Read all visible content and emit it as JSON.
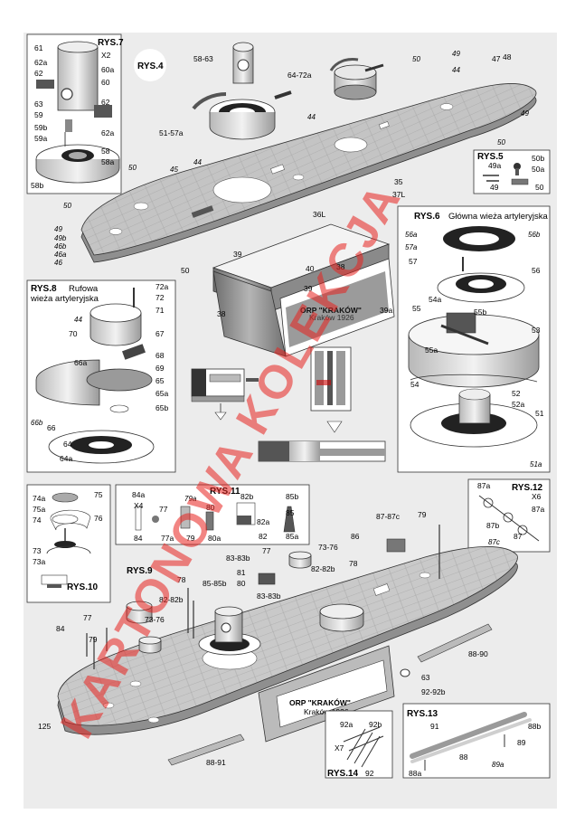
{
  "watermark": {
    "text": "KARTONOWA KOLEKCJA",
    "color": "#e8231f"
  },
  "colors": {
    "sheet_bg": "#ececec",
    "panel_bg": "#ffffff",
    "deck": "#bdbdbd",
    "hull": "#8c8c8c",
    "dark": "#2b2b2b"
  },
  "figures": {
    "rys4": {
      "title": "RYS.4"
    },
    "rys5": {
      "title": "RYS.5",
      "parts": [
        "49a",
        "50b",
        "50a",
        "49",
        "50"
      ]
    },
    "rys6": {
      "title": "RYS.6",
      "subtitle": "Główna wieża artyleryjska",
      "parts": [
        "56a",
        "56b",
        "57a",
        "57",
        "56",
        "54a",
        "55",
        "55b",
        "55a",
        "53",
        "54",
        "52",
        "52a",
        "51",
        "51a"
      ]
    },
    "rys7": {
      "title": "RYS.7",
      "parts": [
        "61",
        "X2",
        "62a",
        "60a",
        "62",
        "60",
        "63",
        "59",
        "62",
        "59b",
        "59a",
        "62a",
        "58",
        "58a",
        "58b"
      ]
    },
    "rys8": {
      "title": "RYS.8",
      "subtitle_l1": "Rufowa",
      "subtitle_l2": "wieża artyleryjska",
      "parts": [
        "72a",
        "72",
        "71",
        "44",
        "70",
        "67",
        "68",
        "69",
        "66a",
        "65",
        "65a",
        "65b",
        "66b",
        "66",
        "64",
        "64a"
      ]
    },
    "rys9": {
      "title": "RYS.9"
    },
    "rys10": {
      "title": "RYS.10",
      "parts": [
        "74a",
        "75",
        "75a",
        "76",
        "74",
        "73",
        "73a"
      ]
    },
    "rys11": {
      "title": "RYS.11",
      "parts": [
        "84a",
        "X4",
        "77",
        "79a",
        "80",
        "82b",
        "85b",
        "84",
        "77a",
        "79",
        "80a",
        "82a",
        "82",
        "85",
        "85a"
      ]
    },
    "rys12": {
      "title": "RYS.12",
      "parts": [
        "87a",
        "X6",
        "87a",
        "87b",
        "87",
        "87c"
      ]
    },
    "rys13": {
      "title": "RYS.13",
      "parts": [
        "91",
        "88b",
        "88",
        "89",
        "88a",
        "89a"
      ]
    },
    "rys14": {
      "title": "RYS.14",
      "parts": [
        "92a",
        "92b",
        "X7",
        "92"
      ]
    }
  },
  "callouts": {
    "deck_top": [
      "58-63",
      "64-72a",
      "50",
      "49",
      "47",
      "48",
      "44",
      "49",
      "51-57a",
      "44",
      "50",
      "50",
      "45",
      "44",
      "35",
      "37L",
      "50",
      "36L",
      "49",
      "49b",
      "46b",
      "46a",
      "46",
      "50",
      "39",
      "40",
      "38",
      "39",
      "39a",
      "38"
    ],
    "deck_bottom": [
      "79",
      "87-87c",
      "86",
      "73-76",
      "77",
      "83-83b",
      "81",
      "82-82b",
      "80",
      "85-85b",
      "78",
      "78",
      "83-83b",
      "82-82b",
      "73-76",
      "84",
      "77",
      "79",
      "88-90",
      "63",
      "92-92b",
      "125",
      "88-91"
    ]
  },
  "plaque": {
    "line1": "ORP \"KRAKÓW\"",
    "line2": "Kraków 1926"
  },
  "deck_plaque": {
    "line1": "ORP \"KRAKÓW\"",
    "line2": "Kraków 1926"
  }
}
